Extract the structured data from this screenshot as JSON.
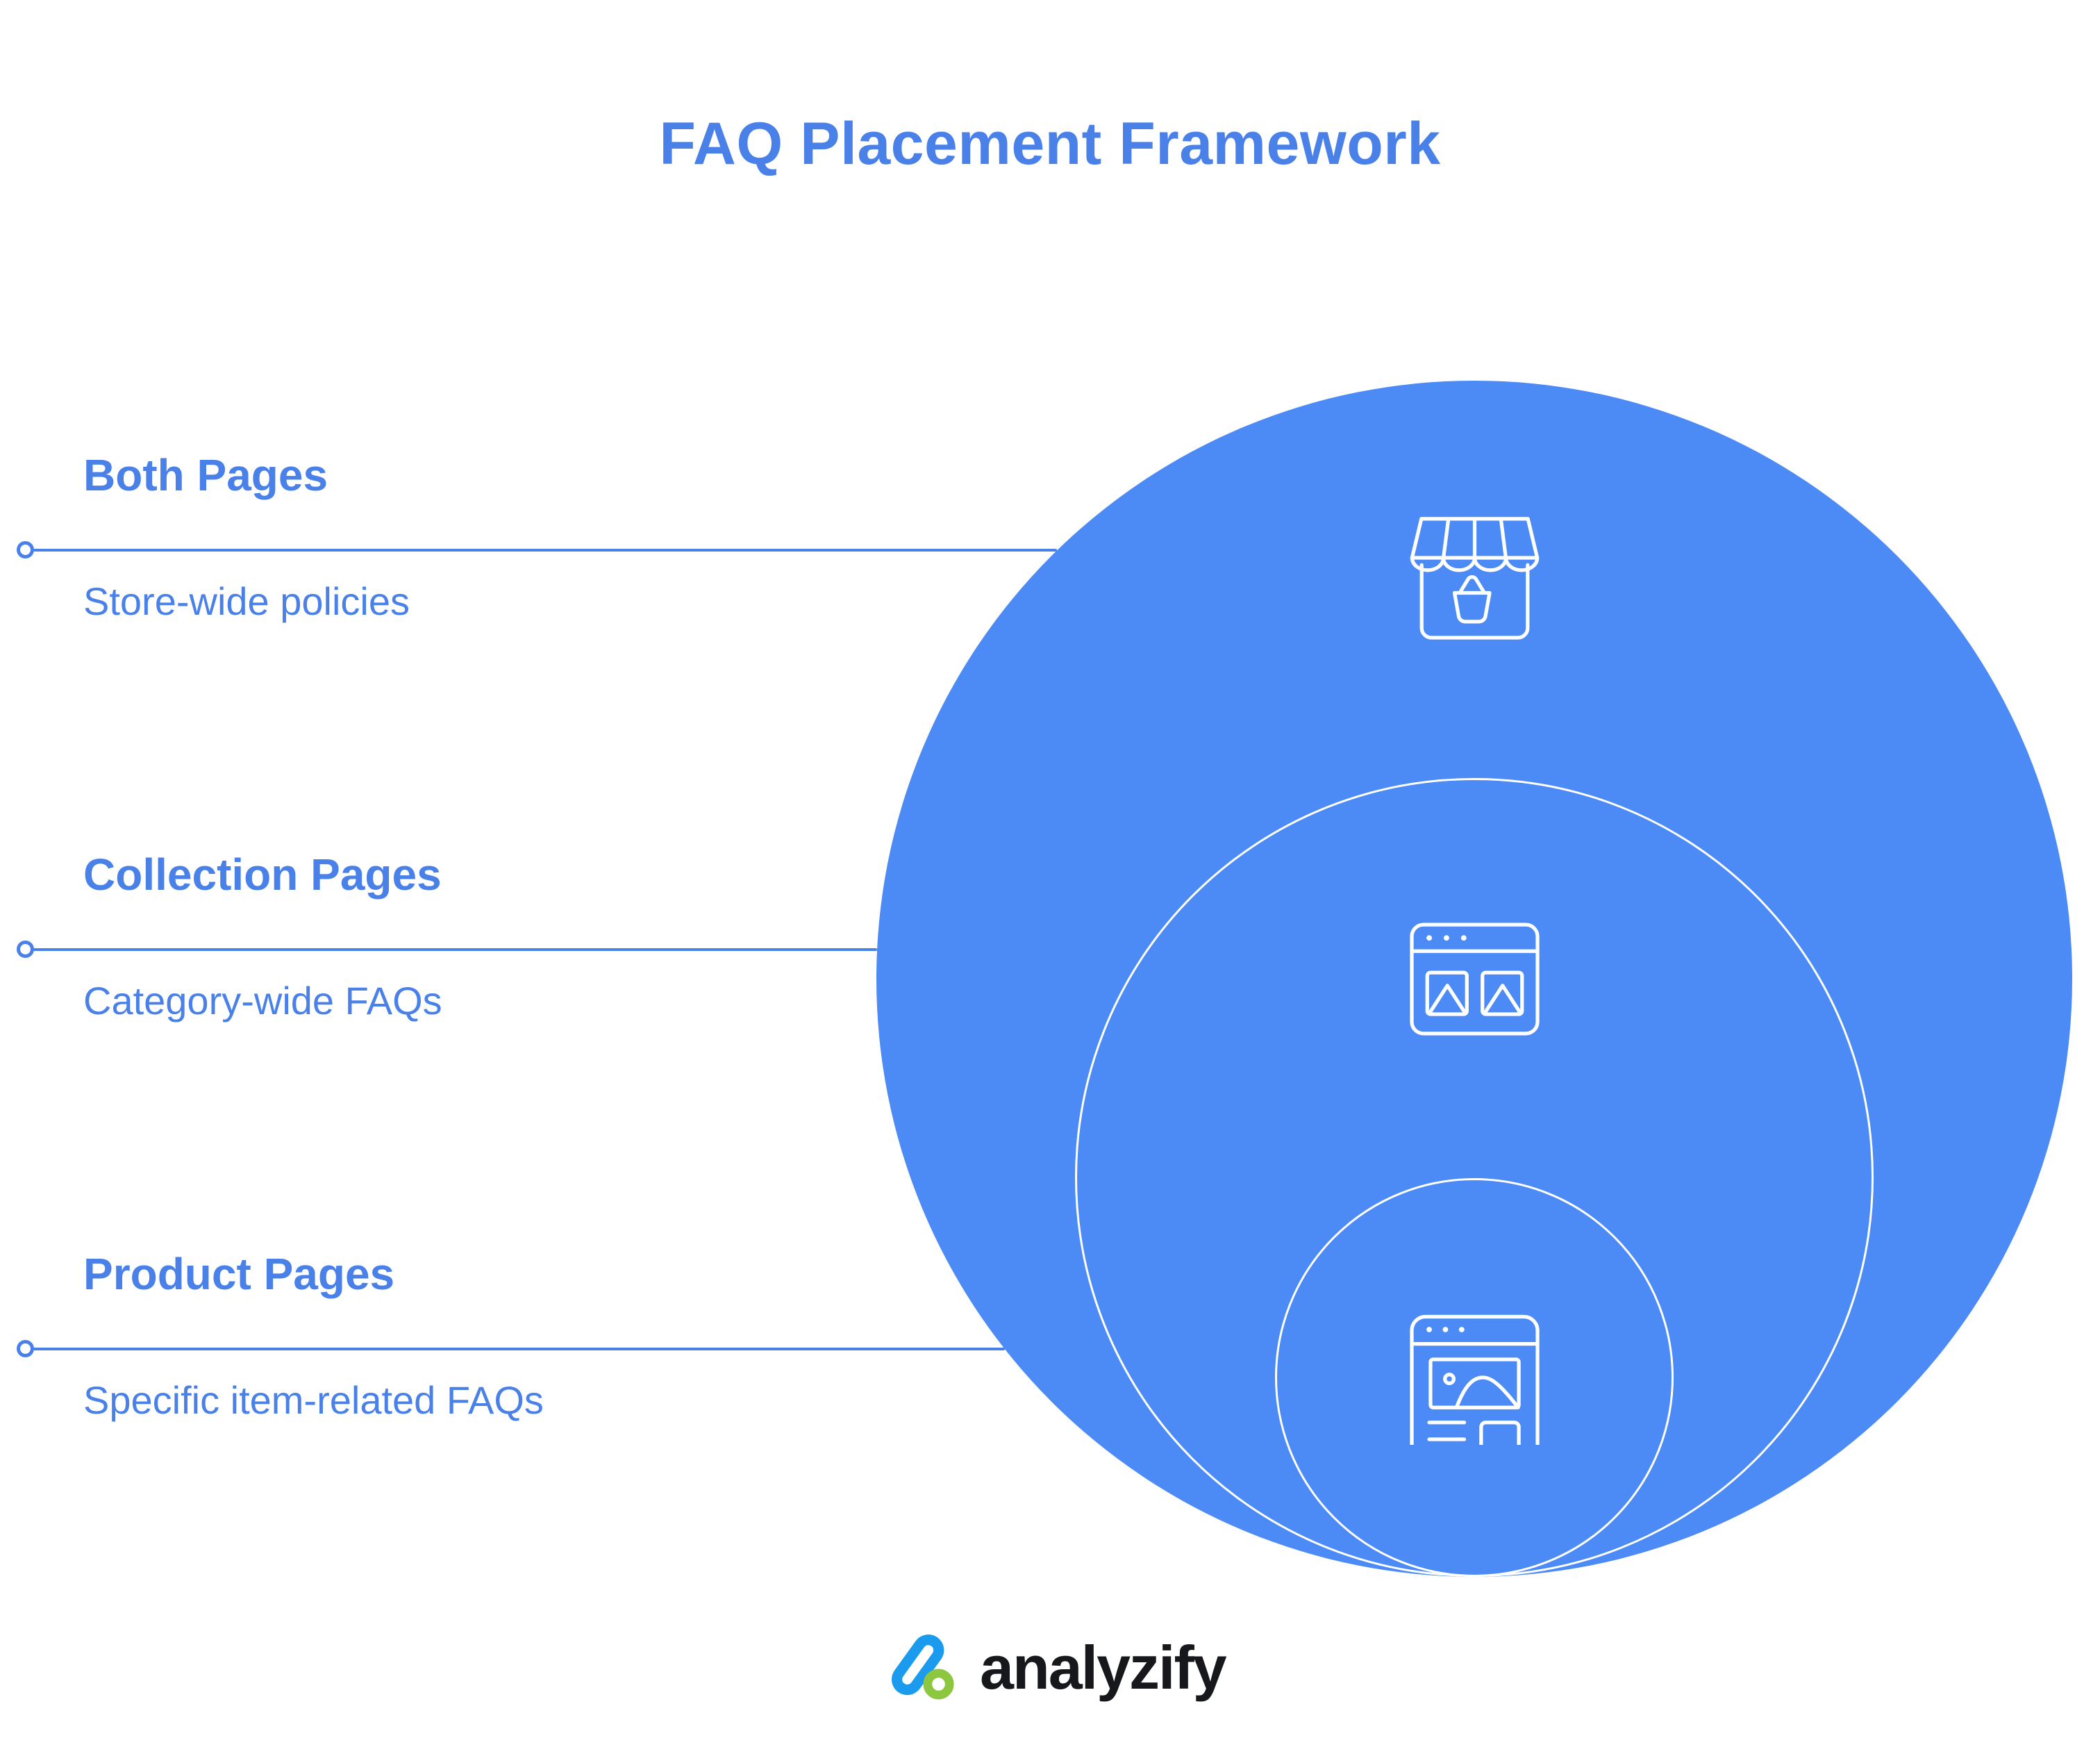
{
  "title": "FAQ Placement Framework",
  "sections": [
    {
      "heading": "Both Pages",
      "description": "Store-wide policies",
      "icon": "storefront-icon"
    },
    {
      "heading": "Collection Pages",
      "description": "Category-wide FAQs",
      "icon": "collection-page-icon"
    },
    {
      "heading": "Product Pages",
      "description": "Specific item-related FAQs",
      "icon": "product-page-icon"
    }
  ],
  "diagram": {
    "type": "nested-circles",
    "rings": [
      "Both Pages",
      "Collection Pages",
      "Product Pages"
    ]
  },
  "footer": {
    "logo_text": "analyzify",
    "logo_icon": "analyzify-mark"
  },
  "colors": {
    "accent_blue": "#4a81e8",
    "circle_blue": "#4c8bf5",
    "circle_outline": "#ffffff",
    "logo_blue": "#1a9bed",
    "logo_green": "#8dc63f",
    "logo_ink": "#17181c",
    "background": "#ffffff"
  }
}
